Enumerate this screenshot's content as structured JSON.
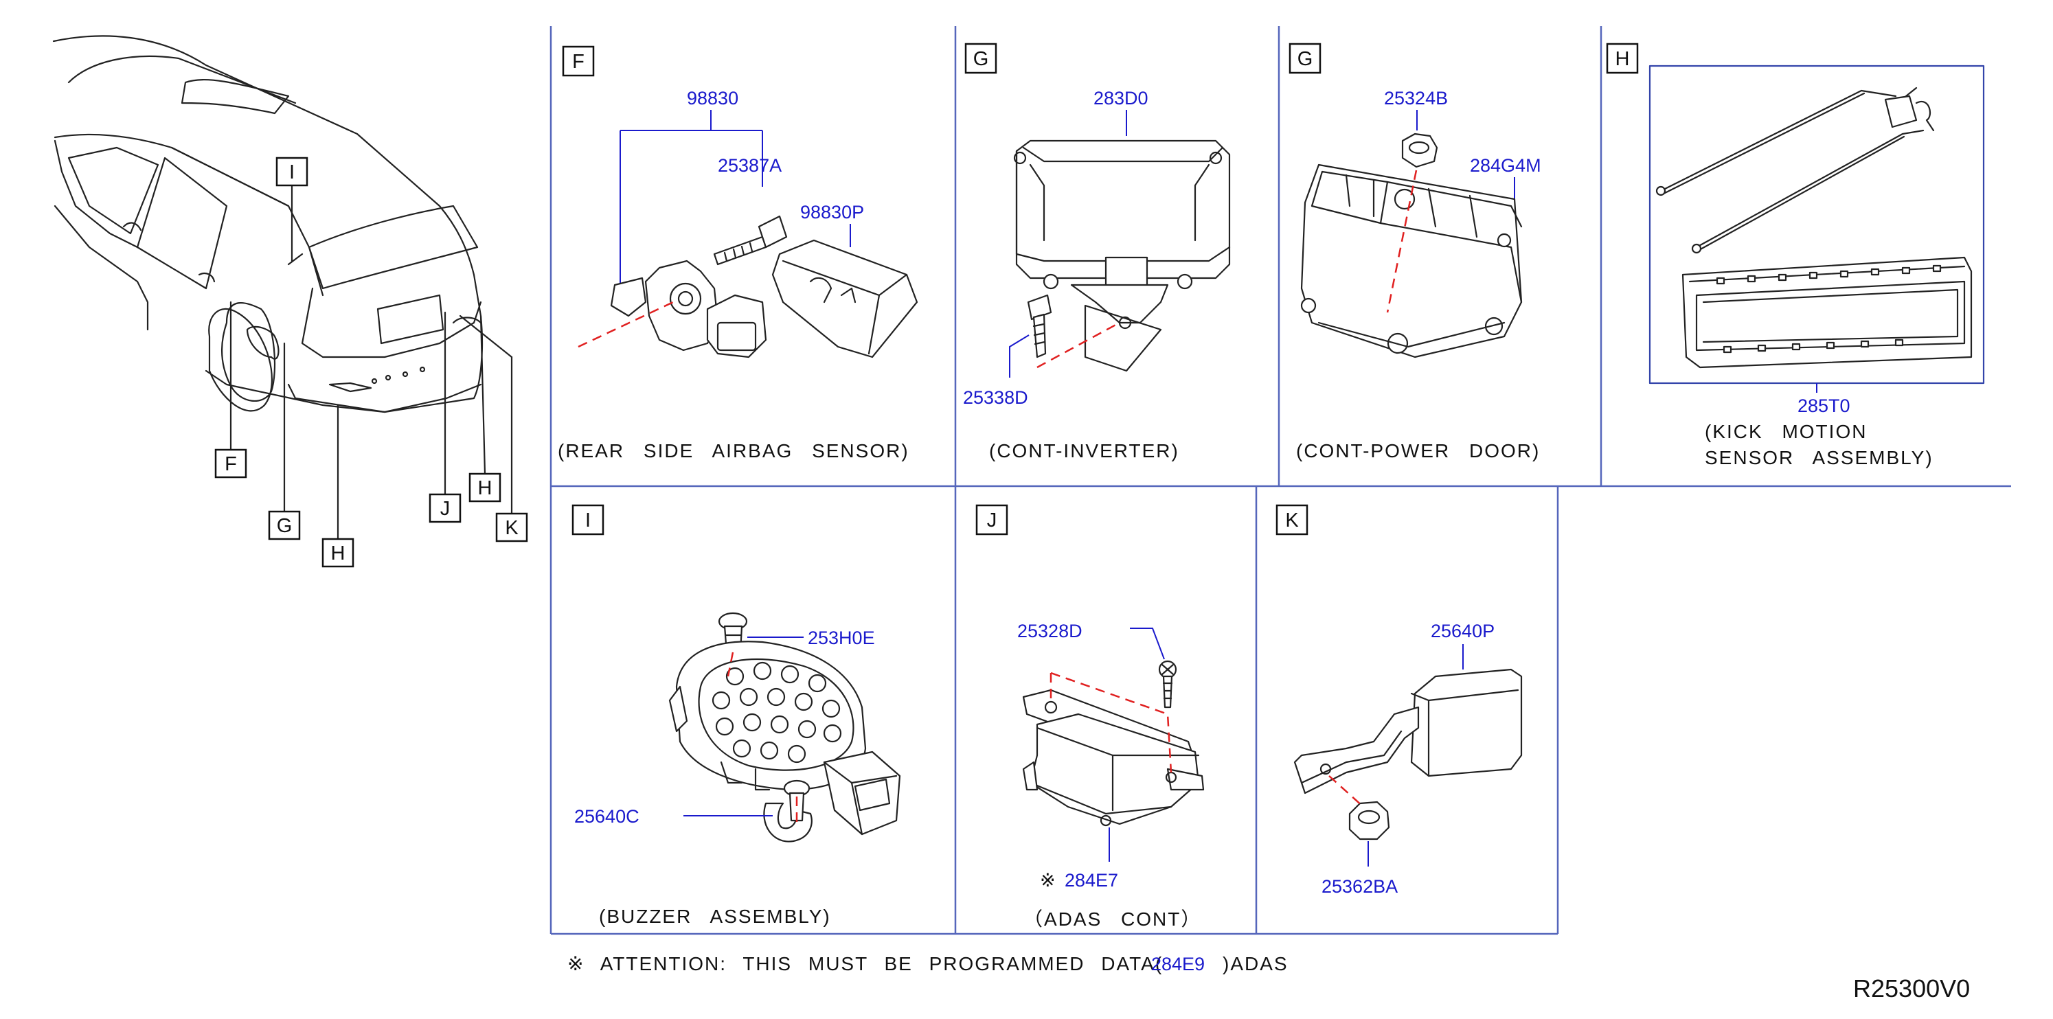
{
  "callouts": {
    "car": [
      "I",
      "F",
      "G",
      "H",
      "J",
      "H",
      "K"
    ],
    "panel_F": "F",
    "panel_G1": "G",
    "panel_G2": "G",
    "panel_H": "H",
    "panel_I": "I",
    "panel_J": "J",
    "panel_K": "K"
  },
  "parts": {
    "p98830": "98830",
    "p25387A": "25387A",
    "p98830P": "98830P",
    "p283D0": "283D0",
    "p25338D": "25338D",
    "p25324B": "25324B",
    "p284G4M": "284G4M",
    "p285T0": "285T0",
    "p253H0E": "253H0E",
    "p25640C": "25640C",
    "p25328D": "25328D",
    "p284E7": "284E7",
    "p284E7_mark": "※",
    "p25640P": "25640P",
    "p25362BA": "25362BA"
  },
  "captions": {
    "F": "(REAR SIDE AIRBAG SENSOR)",
    "G1": "(CONT-INVERTER)",
    "G2": "(CONT-POWER DOOR)",
    "H_line1": "(KICK MOTION",
    "H_line2": "SENSOR ASSEMBLY)",
    "I": "(BUZZER ASSEMBLY)",
    "J": "（ADAS CONT）"
  },
  "note": {
    "prefix": "※ ATTENTION: THIS MUST BE PROGRAMMED DATA(",
    "part": "284E9",
    "suffix": ")ADAS"
  },
  "drawing_ref": "R25300V0",
  "colors": {
    "part_number": "#1a1acc",
    "grid_line": "#5566bb",
    "dashed_axis": "#e02020",
    "linework": "#222222"
  }
}
